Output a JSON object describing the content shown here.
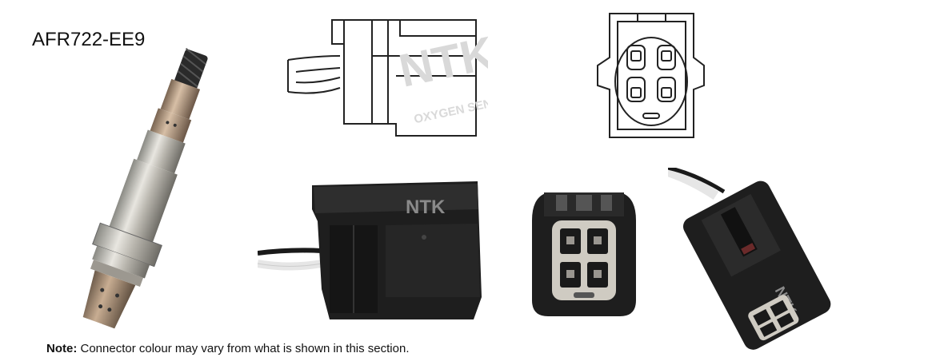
{
  "part_number": "AFR722-EE9",
  "note": {
    "label": "Note:",
    "text": " Connector colour may vary from what is shown in this section."
  },
  "watermark": {
    "brand": "NTK",
    "subtitle": "OXYGEN SENSORS"
  },
  "connector_brand": "NTK",
  "colors": {
    "connector_body": "#1e1e1e",
    "terminal_insert": "#cfcbc2",
    "line_drawing": "#222222",
    "watermark": "#d9d9d9"
  }
}
